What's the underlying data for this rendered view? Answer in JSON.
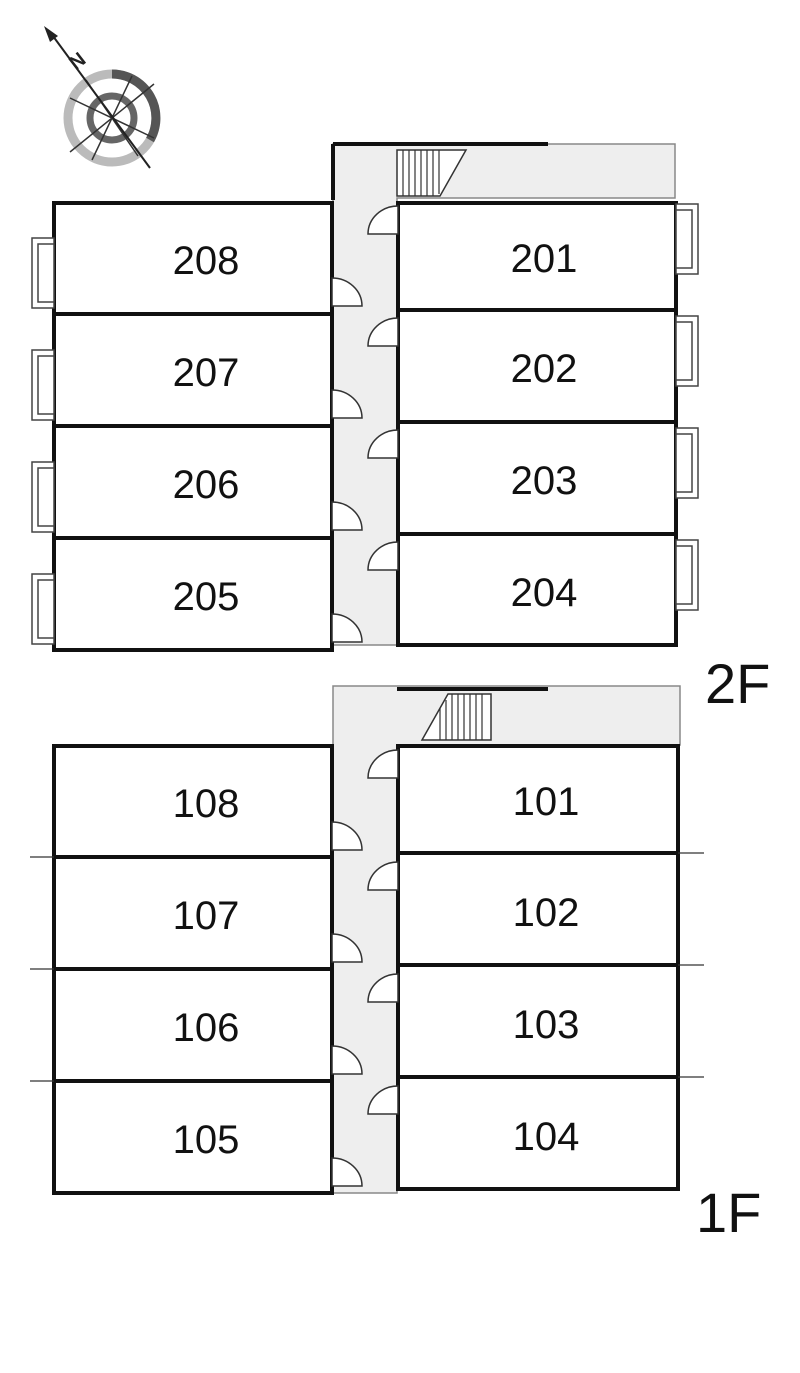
{
  "compass": {
    "label": "N"
  },
  "floors": {
    "second": {
      "label": "2F",
      "left_rooms": [
        "208",
        "207",
        "206",
        "205"
      ],
      "right_rooms": [
        "201",
        "202",
        "203",
        "204"
      ]
    },
    "first": {
      "label": "1F",
      "left_rooms": [
        "108",
        "107",
        "106",
        "105"
      ],
      "right_rooms": [
        "101",
        "102",
        "103",
        "104"
      ]
    }
  },
  "colors": {
    "wall": "#111111",
    "corridor": "#eeeeee",
    "stroke_light": "#888888"
  }
}
